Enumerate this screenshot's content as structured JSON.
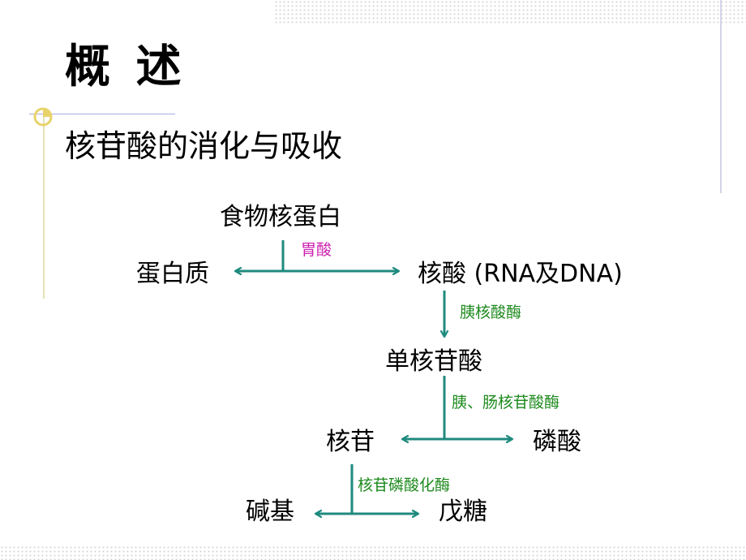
{
  "slide": {
    "title": "概 述",
    "subtitle": "核苷酸的消化与吸收"
  },
  "diagram": {
    "nodes": {
      "food_nucleoprotein": "食物核蛋白",
      "protein": "蛋白质",
      "nucleic_acid": "核酸 (RNA及DNA)",
      "mononucleotide": "单核苷酸",
      "nucleoside": "核苷",
      "phosphate": "磷酸",
      "base": "碱基",
      "pentose": "戊糖"
    },
    "enzymes": {
      "gastric_acid": "胃酸",
      "pancreatic_nuclease": "胰核酸酶",
      "nucleotidase": "胰、肠核苷酸酶",
      "nucleoside_phosphorylase": "核苷磷酸化酶"
    },
    "colors": {
      "arrow": "#1f8a7e",
      "gastric_acid_label": "#cc1fb0",
      "enzyme_label": "#1e8a1e",
      "bullet": "#e8d36a"
    }
  }
}
